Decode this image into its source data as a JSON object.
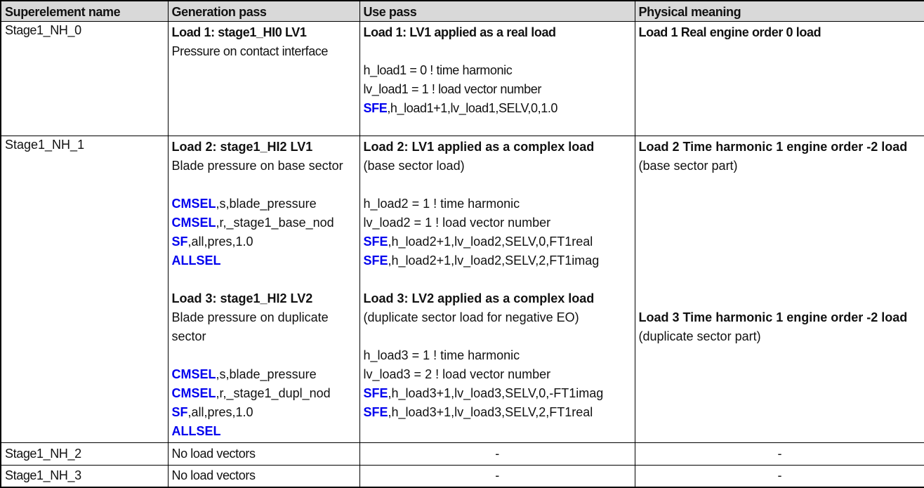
{
  "colors": {
    "command_blue": "#0000ee",
    "header_bg": "#d9d9d9",
    "border": "#000000",
    "text": "#111111"
  },
  "table": {
    "columns": [
      {
        "label": "Superelement name"
      },
      {
        "label": "Generation pass"
      },
      {
        "label": "Use pass"
      },
      {
        "label": "Physical meaning"
      }
    ],
    "rows": [
      {
        "name": "Stage1_NH_0",
        "generation_pass": {
          "lines": [
            {
              "segs": [
                {
                  "t": "Load 1: stage1_HI0 LV1",
                  "style": "bold"
                }
              ]
            },
            {
              "segs": [
                {
                  "t": "Pressure on contact interface"
                }
              ]
            }
          ]
        },
        "use_pass": {
          "lines": [
            {
              "segs": [
                {
                  "t": "Load 1: LV1 applied as a real load",
                  "style": "bold"
                }
              ]
            },
            {
              "segs": []
            },
            {
              "segs": [
                {
                  "t": "h_load1 = 0 ! time harmonic"
                }
              ]
            },
            {
              "segs": [
                {
                  "t": "lv_load1 = 1 ! load vector number"
                }
              ]
            },
            {
              "segs": [
                {
                  "t": "SFE",
                  "style": "command"
                },
                {
                  "t": ",h_load1+1,lv_load1,SELV,0,1.0"
                }
              ]
            }
          ]
        },
        "physical_meaning": {
          "lines": [
            {
              "segs": [
                {
                  "t": "Load 1 Real engine order 0 load",
                  "style": "bold"
                }
              ]
            }
          ]
        }
      },
      {
        "name": "Stage1_NH_1",
        "generation_pass": {
          "lines": [
            {
              "segs": [
                {
                  "t": "Load 2: stage1_HI2 LV1",
                  "style": "bold"
                }
              ]
            },
            {
              "segs": [
                {
                  "t": "Blade pressure on base sector"
                }
              ]
            },
            {
              "segs": []
            },
            {
              "segs": [
                {
                  "t": "CMSEL",
                  "style": "command"
                },
                {
                  "t": ",s,blade_pressure"
                }
              ]
            },
            {
              "segs": [
                {
                  "t": "CMSEL",
                  "style": "command"
                },
                {
                  "t": ",r,_stage1_base_nod"
                }
              ]
            },
            {
              "segs": [
                {
                  "t": "SF",
                  "style": "command"
                },
                {
                  "t": ",all,pres,1.0"
                }
              ]
            },
            {
              "segs": [
                {
                  "t": "ALLSEL",
                  "style": "command"
                }
              ]
            },
            {
              "segs": []
            },
            {
              "segs": [
                {
                  "t": "Load 3: stage1_HI2 LV2",
                  "style": "bold"
                }
              ]
            },
            {
              "segs": [
                {
                  "t": "Blade pressure on duplicate"
                }
              ]
            },
            {
              "segs": [
                {
                  "t": "sector"
                }
              ]
            },
            {
              "segs": []
            },
            {
              "segs": [
                {
                  "t": "CMSEL",
                  "style": "command"
                },
                {
                  "t": ",s,blade_pressure"
                }
              ]
            },
            {
              "segs": [
                {
                  "t": "CMSEL",
                  "style": "command"
                },
                {
                  "t": ",r,_stage1_dupl_nod"
                }
              ]
            },
            {
              "segs": [
                {
                  "t": "SF",
                  "style": "command"
                },
                {
                  "t": ",all,pres,1.0"
                }
              ]
            },
            {
              "segs": [
                {
                  "t": "ALLSEL",
                  "style": "command"
                }
              ]
            }
          ]
        },
        "use_pass": {
          "lines": [
            {
              "segs": [
                {
                  "t": "Load 2: LV1 applied as a complex load",
                  "style": "bold"
                }
              ]
            },
            {
              "segs": [
                {
                  "t": "(base sector load)"
                }
              ]
            },
            {
              "segs": []
            },
            {
              "segs": [
                {
                  "t": "h_load2 = 1 ! time harmonic"
                }
              ]
            },
            {
              "segs": [
                {
                  "t": "lv_load2 = 1 ! load vector number"
                }
              ]
            },
            {
              "segs": [
                {
                  "t": "SFE",
                  "style": "command"
                },
                {
                  "t": ",h_load2+1,lv_load2,SELV,0,FT1real"
                }
              ]
            },
            {
              "segs": [
                {
                  "t": "SFE",
                  "style": "command"
                },
                {
                  "t": ",h_load2+1,lv_load2,SELV,2,FT1imag"
                }
              ]
            },
            {
              "segs": []
            },
            {
              "segs": [
                {
                  "t": "Load 3: LV2 applied as a complex load",
                  "style": "bold"
                }
              ]
            },
            {
              "segs": [
                {
                  "t": "(duplicate sector load for negative EO)"
                }
              ]
            },
            {
              "segs": []
            },
            {
              "segs": [
                {
                  "t": "h_load3 = 1 ! time harmonic"
                }
              ]
            },
            {
              "segs": [
                {
                  "t": "lv_load3 = 2 ! load vector number"
                }
              ]
            },
            {
              "segs": [
                {
                  "t": "SFE",
                  "style": "command"
                },
                {
                  "t": ",h_load3+1,lv_load3,SELV,0,-FT1imag"
                }
              ]
            },
            {
              "segs": [
                {
                  "t": "SFE",
                  "style": "command"
                },
                {
                  "t": ",h_load3+1,lv_load3,SELV,2,FT1real"
                }
              ]
            }
          ]
        },
        "physical_meaning": {
          "lines": [
            {
              "segs": [
                {
                  "t": "Load 2 Time harmonic 1 engine order -2 load",
                  "style": "bold"
                }
              ]
            },
            {
              "segs": [
                {
                  "t": "(base sector part)"
                }
              ]
            },
            {
              "segs": []
            },
            {
              "segs": []
            },
            {
              "segs": []
            },
            {
              "segs": []
            },
            {
              "segs": []
            },
            {
              "segs": []
            },
            {
              "segs": []
            },
            {
              "segs": [
                {
                  "t": "Load 3 Time harmonic 1 engine order -2 load",
                  "style": "bold"
                }
              ]
            },
            {
              "segs": [
                {
                  "t": "(duplicate sector part)"
                }
              ]
            }
          ]
        }
      },
      {
        "name": "Stage1_NH_2",
        "generation_pass": {
          "lines": [
            {
              "segs": [
                {
                  "t": "No load vectors"
                }
              ]
            }
          ]
        },
        "use_pass": {
          "lines": [
            {
              "segs": [
                {
                  "t": "-"
                }
              ]
            }
          ]
        },
        "physical_meaning": {
          "lines": [
            {
              "segs": [
                {
                  "t": "-"
                }
              ]
            }
          ]
        }
      },
      {
        "name": "Stage1_NH_3",
        "generation_pass": {
          "lines": [
            {
              "segs": [
                {
                  "t": "No load vectors"
                }
              ]
            }
          ]
        },
        "use_pass": {
          "lines": [
            {
              "segs": [
                {
                  "t": "-"
                }
              ]
            }
          ]
        },
        "physical_meaning": {
          "lines": [
            {
              "segs": [
                {
                  "t": "-"
                }
              ]
            }
          ]
        }
      }
    ]
  }
}
